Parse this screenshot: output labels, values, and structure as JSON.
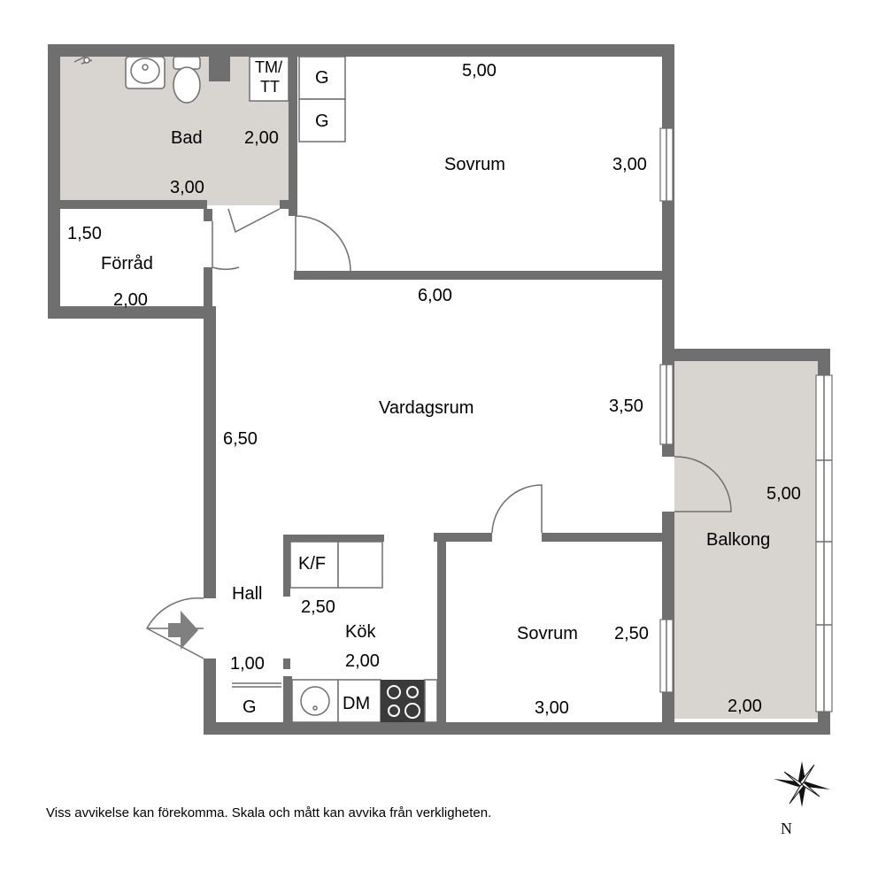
{
  "rooms": {
    "bad": {
      "name": "Bad",
      "dim_w": "3,00",
      "dim_h": "2,00",
      "fill": "#d8d5d1"
    },
    "tm_tt": {
      "line1": "TM/",
      "line2": "TT"
    },
    "sovrum1": {
      "name": "Sovrum",
      "dim_w": "5,00",
      "dim_h": "3,00"
    },
    "garderob1": "G",
    "garderob2": "G",
    "forrad": {
      "name": "Förråd",
      "dim_w": "2,00",
      "dim_h": "1,50"
    },
    "vardagsrum": {
      "name": "Vardagsrum",
      "dim_w": "6,00",
      "dim_h": "3,50"
    },
    "hall": {
      "name": "Hall",
      "dim_h": "6,50",
      "dim_w": "1,00"
    },
    "kok": {
      "name": "Kök",
      "dim_a": "2,50",
      "dim_b": "2,00",
      "kf": "K/F",
      "dm": "DM"
    },
    "garderob_hall": "G",
    "sovrum2": {
      "name": "Sovrum",
      "dim_w": "3,00",
      "dim_h": "2,50"
    },
    "balkong": {
      "name": "Balkong",
      "dim_h": "5,00",
      "dim_w": "2,00",
      "fill": "#d8d5d1"
    }
  },
  "disclaimer": "Viss avvikelse kan förekomma. Skala och mått kan avvika från verkligheten.",
  "compass": {
    "label": "N"
  },
  "colors": {
    "wall": "#6f6f70",
    "shade": "#d8d5d1",
    "entrance_arrow": "#808080"
  }
}
